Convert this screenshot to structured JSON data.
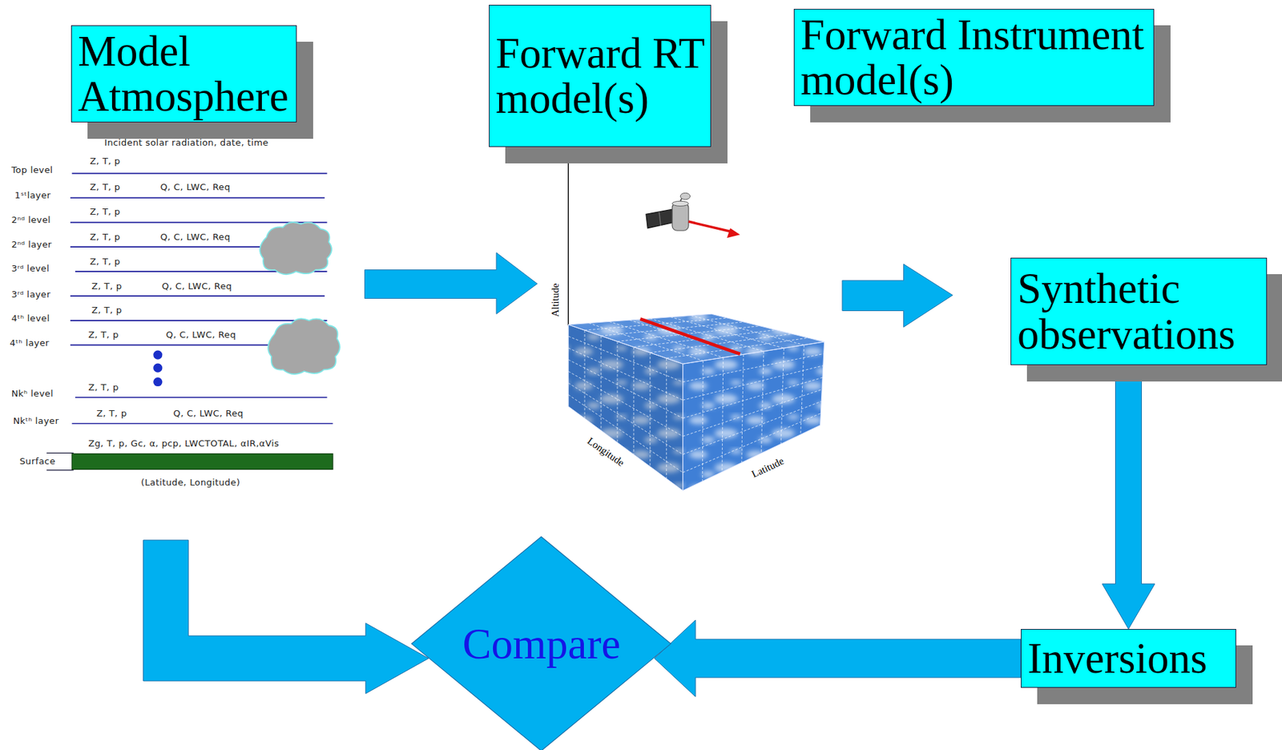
{
  "diagram": {
    "nodes": [
      {
        "text": [
          "Model Atmosphere"
        ]
      },
      {
        "text": [
          "Forward RT model(s)"
        ]
      },
      {
        "text": [
          "Forward Instrument model(s)"
        ]
      },
      {
        "text": [
          "Synthetic observations"
        ]
      },
      {
        "text": [
          "Inversions"
        ]
      },
      {
        "text": [
          "Compare"
        ]
      }
    ],
    "edges": [
      {
        "from": 3,
        "to": 4,
        "arrow": "to"
      },
      {
        "from": 4,
        "to": 5,
        "arrow": "to"
      },
      {
        "from": 0,
        "to": 5,
        "arrow": "to"
      }
    ],
    "labels": [
      "Incident solar radiation, date, time",
      "Top level",
      "Z, T, p",
      "1ˢᵗlayer",
      "Z, T, p",
      "Q, C, LWC, Req",
      "2ⁿᵈ level",
      "Z, T, p",
      "2ⁿᵈ layer",
      "Z, T, p",
      "Q, C, LWC, Req",
      "3ʳᵈ level",
      "Z, T, p",
      "3ʳᵈ layer",
      "Z, T, p",
      "Q, C, LWC, Req",
      "4ᵗʰ level",
      "Z, T, p",
      "4ᵗʰ layer",
      "Z, T, p",
      "Q, C, LWC, Req",
      "Nkʰ level",
      "Z, T, p",
      "Nkᵗʰ layer",
      "Z, T, p",
      "Q, C, LWC, Req",
      "Zg, T, p, Gc, α, pcp, LWCTOTAL, αIR,αVis",
      "Surface",
      "(Latitude, Longitude)",
      "Altitude",
      "Longitude",
      "Latitude"
    ]
  }
}
